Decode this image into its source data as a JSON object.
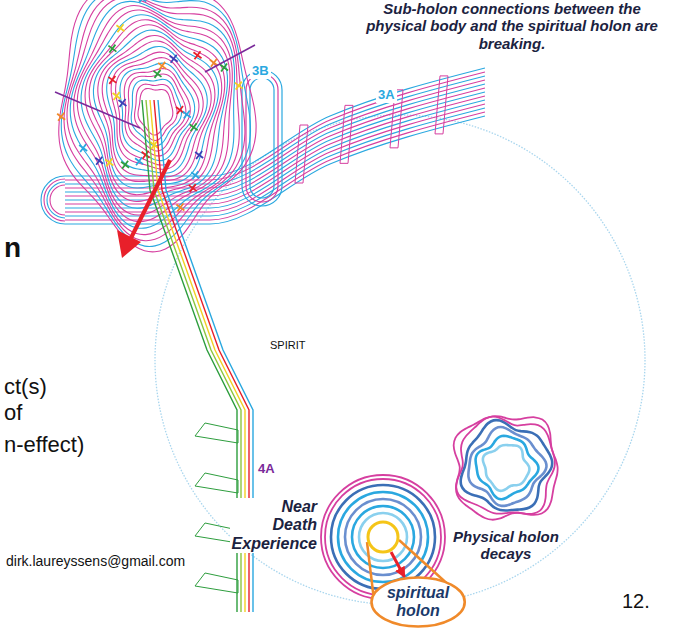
{
  "diagram": {
    "nodes": [
      {
        "text": [
          "Near Death Experience"
        ]
      },
      {
        "text": [
          "spiritual holon"
        ]
      },
      {
        "text": [
          "Physical holon decays"
        ]
      }
    ],
    "edges": [
      {
        "from": 0,
        "to": 1,
        "arrow": "to"
      }
    ],
    "labels": [
      "Sub-holon connections between the physical body and the spiritual holon are breaking.",
      "3B",
      "3A",
      "SPIRIT",
      "4A",
      "n",
      "ct(s)",
      "of",
      "n-effect)",
      "dirk.laureyssens@gmail.com",
      "12."
    ]
  }
}
